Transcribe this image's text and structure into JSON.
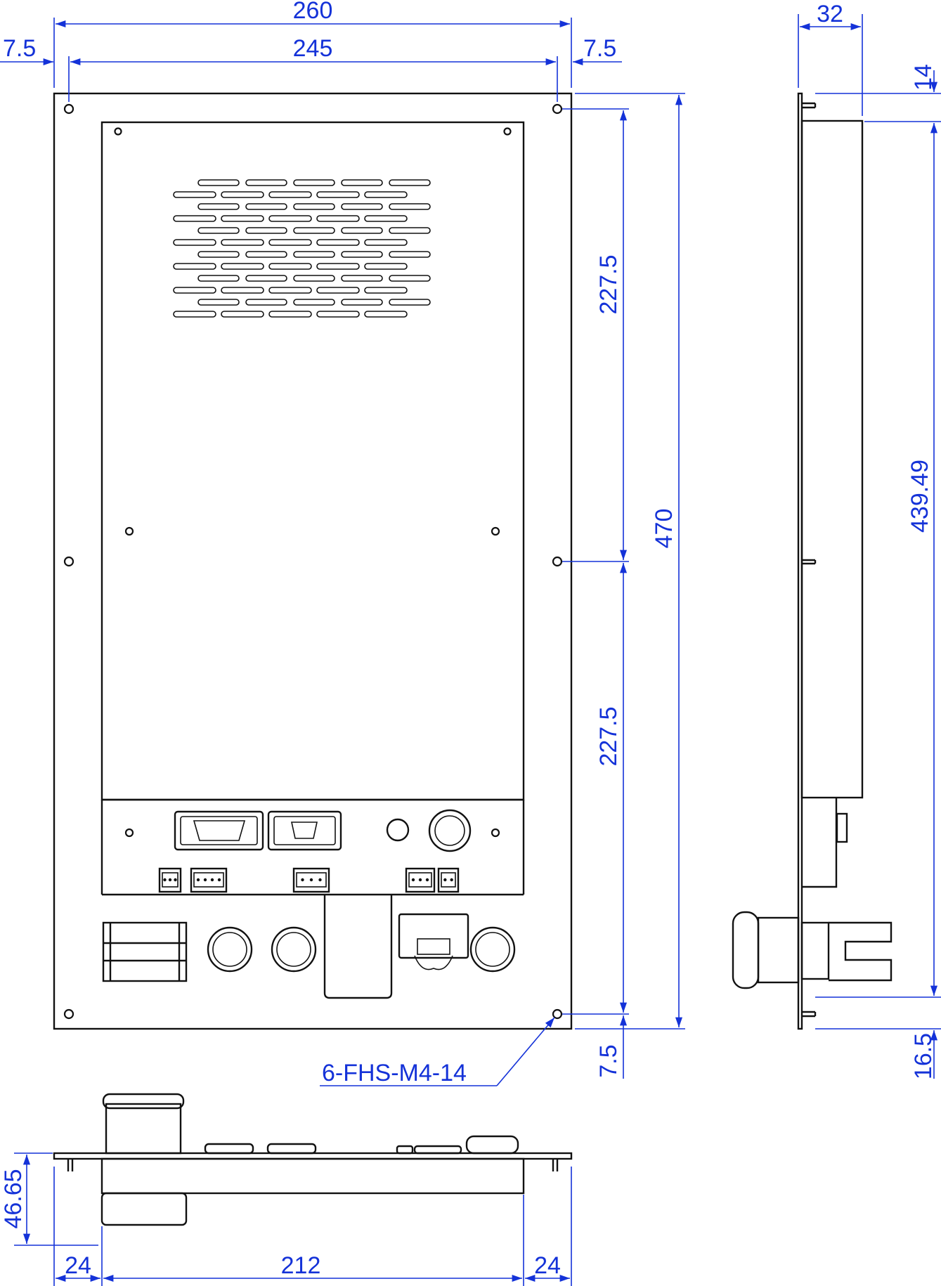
{
  "drawing": {
    "front_view": {
      "overall_width": "260",
      "hole_span_width": "245",
      "edge_left": "7.5",
      "edge_right": "7.5",
      "upper_half_height": "227.5",
      "lower_half_height": "227.5",
      "overall_height": "470",
      "bottom_edge": "7.5",
      "fastener_callout": "6-FHS-M4-14"
    },
    "side_view": {
      "depth": "32",
      "top_offset": "14",
      "body_height": "439.49",
      "bottom_offset": "16.5"
    },
    "bottom_view": {
      "height": "46.65",
      "left_margin": "24",
      "center_width": "212",
      "right_margin": "24"
    }
  },
  "colors": {
    "dimension": "#1432d8",
    "outline": "#111111"
  }
}
